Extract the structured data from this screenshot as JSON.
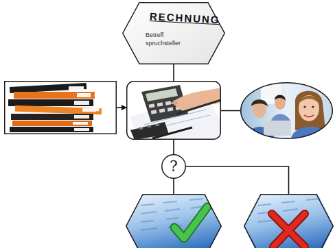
{
  "diagram": {
    "nodes": [
      {
        "text": [
          "RECHNUNG",
          "Betreff",
          "spruchsteller"
        ]
      },
      {
        "text": []
      },
      {
        "text": []
      },
      {
        "text": []
      },
      {
        "text": [
          "?"
        ]
      },
      {
        "text": []
      },
      {
        "text": []
      }
    ],
    "edges": [
      {
        "from": 0,
        "to": 2,
        "arrow": "none"
      },
      {
        "from": 1,
        "to": 2,
        "arrow": "to"
      },
      {
        "from": 2,
        "to": 3,
        "arrow": "none"
      },
      {
        "from": 2,
        "to": 4,
        "arrow": "none"
      },
      {
        "from": 4,
        "to": 5,
        "arrow": "none"
      },
      {
        "from": 4,
        "to": 6,
        "arrow": "none"
      }
    ]
  }
}
